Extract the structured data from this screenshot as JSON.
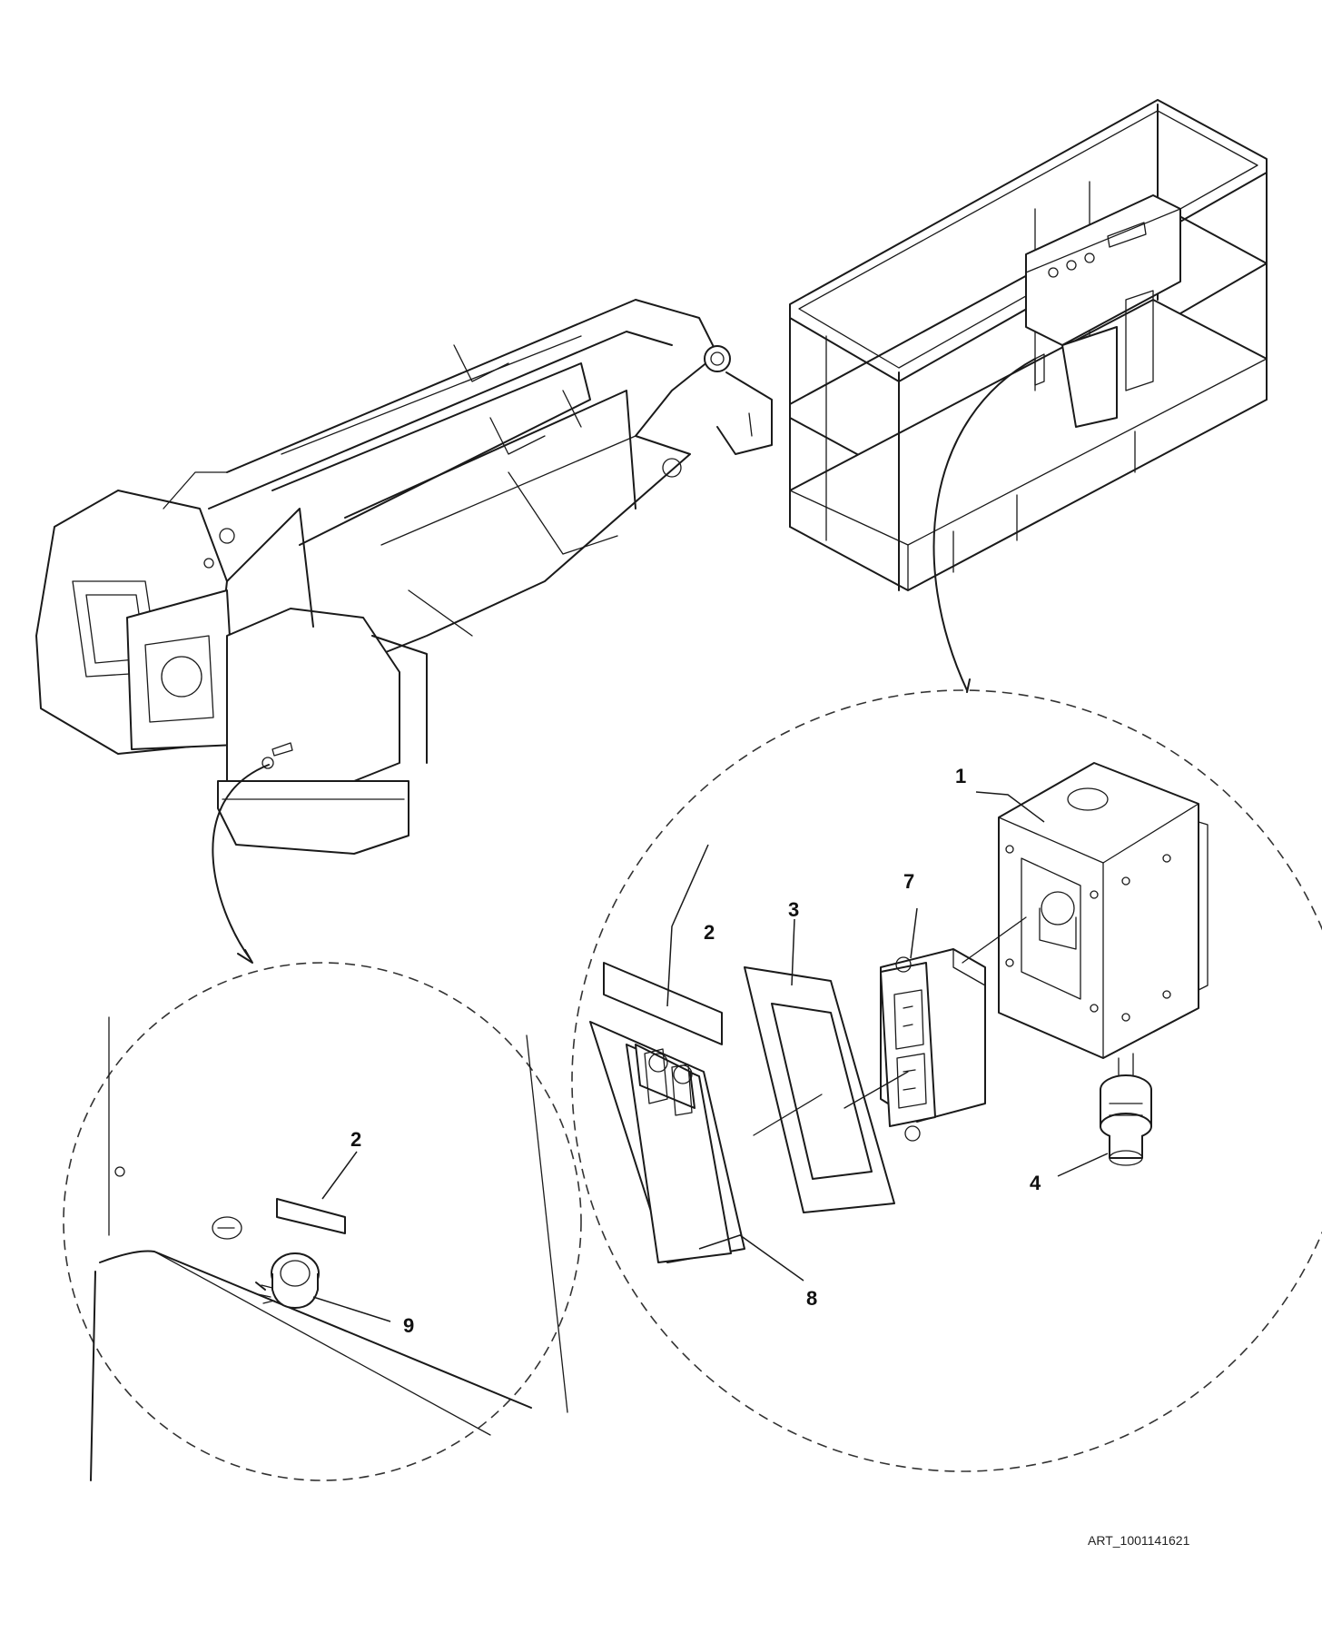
{
  "drawing": {
    "art_id": "ART_1001141621",
    "callouts": {
      "c1": "1",
      "c2": "2",
      "c3": "3",
      "c4": "4",
      "c7": "7",
      "c8": "8",
      "c2b": "2",
      "c9": "9"
    },
    "icons": {
      "boom": "boom-chassis-icon",
      "platform": "platform-basket-icon",
      "junction": "junction-box-icon",
      "outlet": "gfci-outlet-icon",
      "connector": "plug-connector-icon"
    }
  }
}
